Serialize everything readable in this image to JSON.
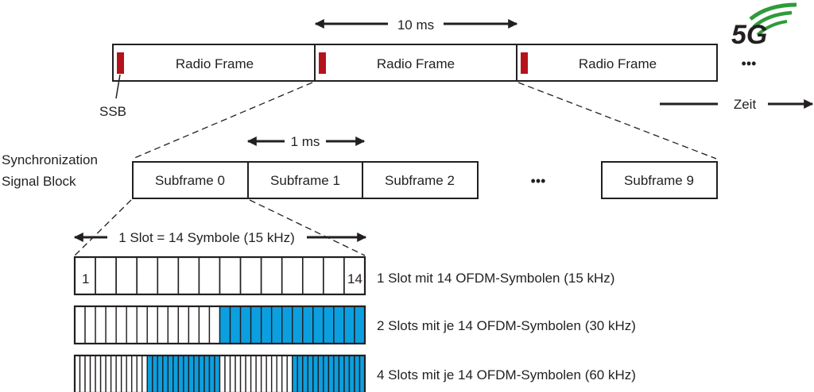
{
  "top": {
    "span_label": "10 ms",
    "frames": [
      "Radio Frame",
      "Radio Frame",
      "Radio Frame"
    ],
    "ssb_label": "SSB",
    "continuation": "•••",
    "time_label": "Zeit"
  },
  "logo": {
    "text": "5G",
    "accent_color": "#2e9b3a"
  },
  "sync": {
    "line1": "Synchronization",
    "line2": "Signal Block"
  },
  "subframes": {
    "span_label": "1 ms",
    "items": [
      "Subframe 0",
      "Subframe 1",
      "Subframe 2"
    ],
    "gap": "•••",
    "last": "Subframe 9"
  },
  "slots": {
    "span_label": "1 Slot = 14 Symbole (15 kHz)",
    "first_index": "1",
    "last_index": "14",
    "rows": [
      {
        "label": "1 Slot mit 14 OFDM-Symbolen (15 kHz)",
        "slots": 1
      },
      {
        "label": "2 Slots mit je 14 OFDM-Symbolen (30 kHz)",
        "slots": 2
      },
      {
        "label": "4 Slots mit je 14 OFDM-Symbolen (60 kHz)",
        "slots": 4
      }
    ],
    "symbols_per_slot": 14
  },
  "colors": {
    "ssb": "#b5121b",
    "highlight": "#0b9fe0",
    "line": "#231f20"
  }
}
